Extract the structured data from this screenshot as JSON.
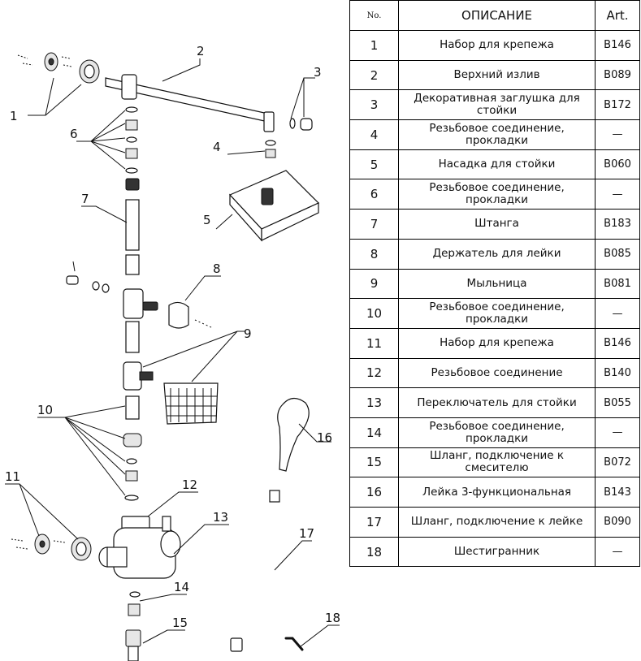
{
  "table": {
    "headers": {
      "no": "No.",
      "description": "ОПИСАНИЕ",
      "art": "Art."
    },
    "rows": [
      {
        "no": "1",
        "description": "Набор для крепежа",
        "art": "B146"
      },
      {
        "no": "2",
        "description": "Верхний излив",
        "art": "B089"
      },
      {
        "no": "3",
        "description": "Декоративная заглушка для стойки",
        "art": "B172"
      },
      {
        "no": "4",
        "description": "Резьбовое соединение, прокладки",
        "art": "—"
      },
      {
        "no": "5",
        "description": "Насадка для стойки",
        "art": "B060"
      },
      {
        "no": "6",
        "description": "Резьбовое соединение, прокладки",
        "art": "—"
      },
      {
        "no": "7",
        "description": "Штанга",
        "art": "B183"
      },
      {
        "no": "8",
        "description": "Держатель для лейки",
        "art": "B085"
      },
      {
        "no": "9",
        "description": "Мыльница",
        "art": "B081"
      },
      {
        "no": "10",
        "description": "Резьбовое соединение, прокладки",
        "art": "—"
      },
      {
        "no": "11",
        "description": "Набор для крепежа",
        "art": "B146"
      },
      {
        "no": "12",
        "description": "Резьбовое соединение",
        "art": "B140"
      },
      {
        "no": "13",
        "description": "Переключатель для стойки",
        "art": "B055"
      },
      {
        "no": "14",
        "description": "Резьбовое соединение, прокладки",
        "art": "—"
      },
      {
        "no": "15",
        "description": "Шланг, подключение к смесителю",
        "art": "B072"
      },
      {
        "no": "16",
        "description": "Лейка 3-функциональная",
        "art": "B143"
      },
      {
        "no": "17",
        "description": "Шланг, подключение к лейке",
        "art": "B090"
      },
      {
        "no": "18",
        "description": "Шестигранник",
        "art": "—"
      }
    ]
  },
  "diagram": {
    "callouts": [
      "1",
      "2",
      "3",
      "4",
      "5",
      "6",
      "7",
      "8",
      "9",
      "10",
      "11",
      "12",
      "13",
      "14",
      "15",
      "16",
      "17",
      "18"
    ]
  }
}
